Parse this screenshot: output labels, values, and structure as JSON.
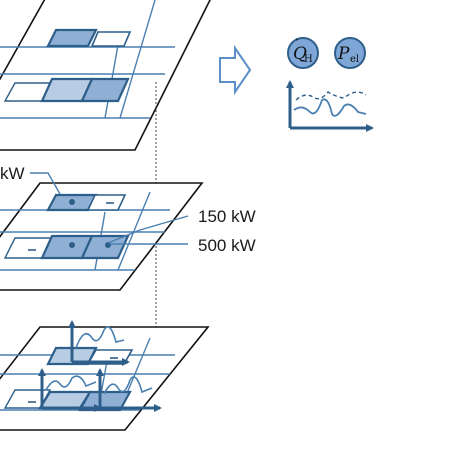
{
  "layers": {
    "top": {},
    "middle": {
      "labels": {
        "truncated_kw": "kW",
        "label_150": "150 kW",
        "label_500": "500 kW"
      }
    },
    "bottom": {}
  },
  "result": {
    "heat_symbol": "Q",
    "heat_subscript": "H",
    "power_symbol": "P",
    "power_subscript": "el"
  },
  "colors": {
    "line_dark": "#2e5f8a",
    "line_mid": "#4a7fb0",
    "fill_light": "#b8cde4",
    "fill_mid": "#8fb0d4",
    "circle_fill": "#7ea6d6",
    "arrow_outline": "#5a8fc8",
    "frame": "#111111",
    "dotted": "#444444"
  }
}
